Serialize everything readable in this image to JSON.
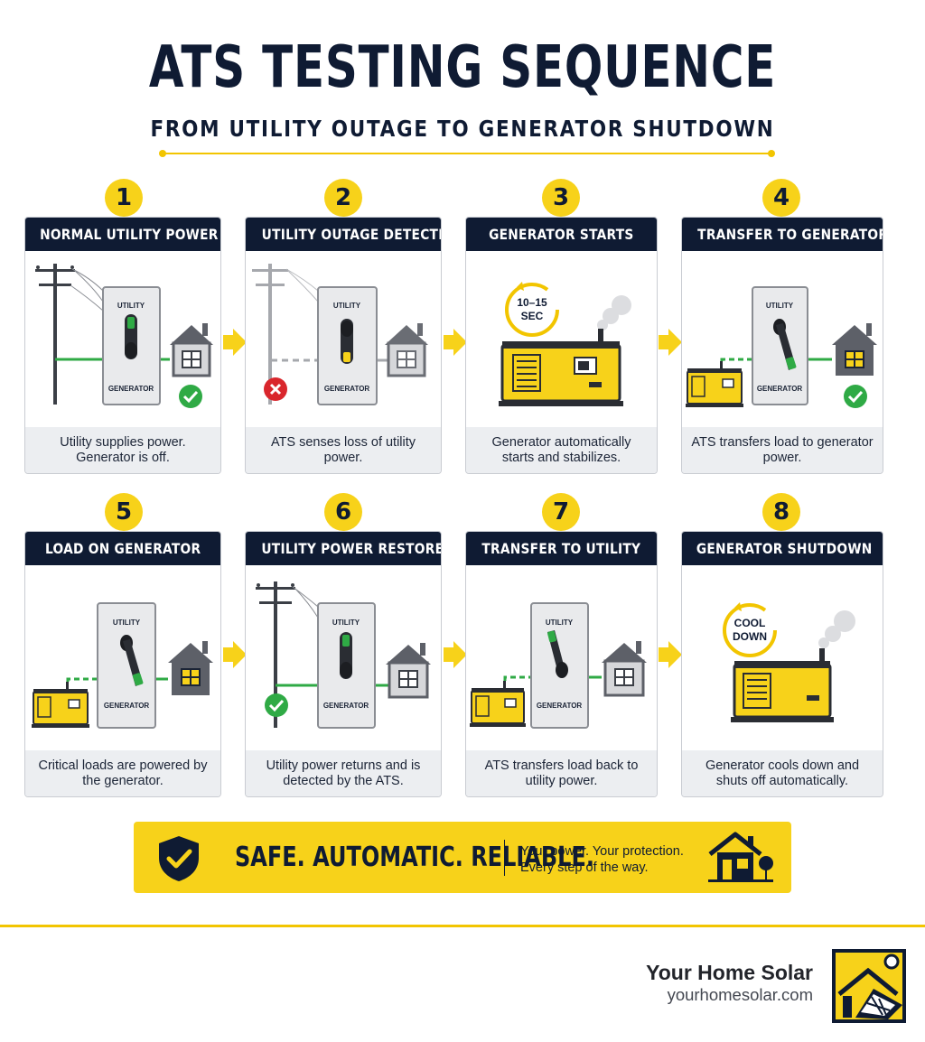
{
  "header": {
    "title": "ATS TESTING SEQUENCE",
    "subtitle": "FROM UTILITY OUTAGE TO GENERATOR SHUTDOWN"
  },
  "switch_labels": {
    "top": "UTILITY",
    "bottom": "GENERATOR"
  },
  "steps": [
    {
      "number": "1",
      "title": "NORMAL UTILITY POWER",
      "desc": "Utility supplies power. Generator is off."
    },
    {
      "number": "2",
      "title": "UTILITY OUTAGE DETECTED",
      "desc": "ATS senses loss of utility power."
    },
    {
      "number": "3",
      "title": "GENERATOR STARTS",
      "desc": "Generator automatically starts and stabilizes.",
      "badge_line1": "10–15",
      "badge_line2": "SEC"
    },
    {
      "number": "4",
      "title": "TRANSFER TO GENERATOR",
      "desc": "ATS transfers load to generator power."
    },
    {
      "number": "5",
      "title": "LOAD ON GENERATOR",
      "desc": "Critical loads are powered by the generator."
    },
    {
      "number": "6",
      "title": "UTILITY POWER RESTORED",
      "desc": "Utility power returns and is detected by the ATS."
    },
    {
      "number": "7",
      "title": "TRANSFER TO UTILITY",
      "desc": "ATS transfers load back to utility power."
    },
    {
      "number": "8",
      "title": "GENERATOR SHUTDOWN",
      "desc": "Generator cools down and shuts off automatically.",
      "badge_line1": "COOL",
      "badge_line2": "DOWN"
    }
  ],
  "banner": {
    "headline": "SAFE. AUTOMATIC. RELIABLE.",
    "tagline_line1": "Your power. Your protection.",
    "tagline_line2": "Every step of the way."
  },
  "brand": {
    "name": "Your Home Solar",
    "url": "yourhomesolar.com"
  },
  "colors": {
    "navy": "#0f1b33",
    "yellow": "#f7d21a",
    "green": "#2faa45",
    "red": "#d9262c",
    "gray": "#9a9ca1"
  }
}
